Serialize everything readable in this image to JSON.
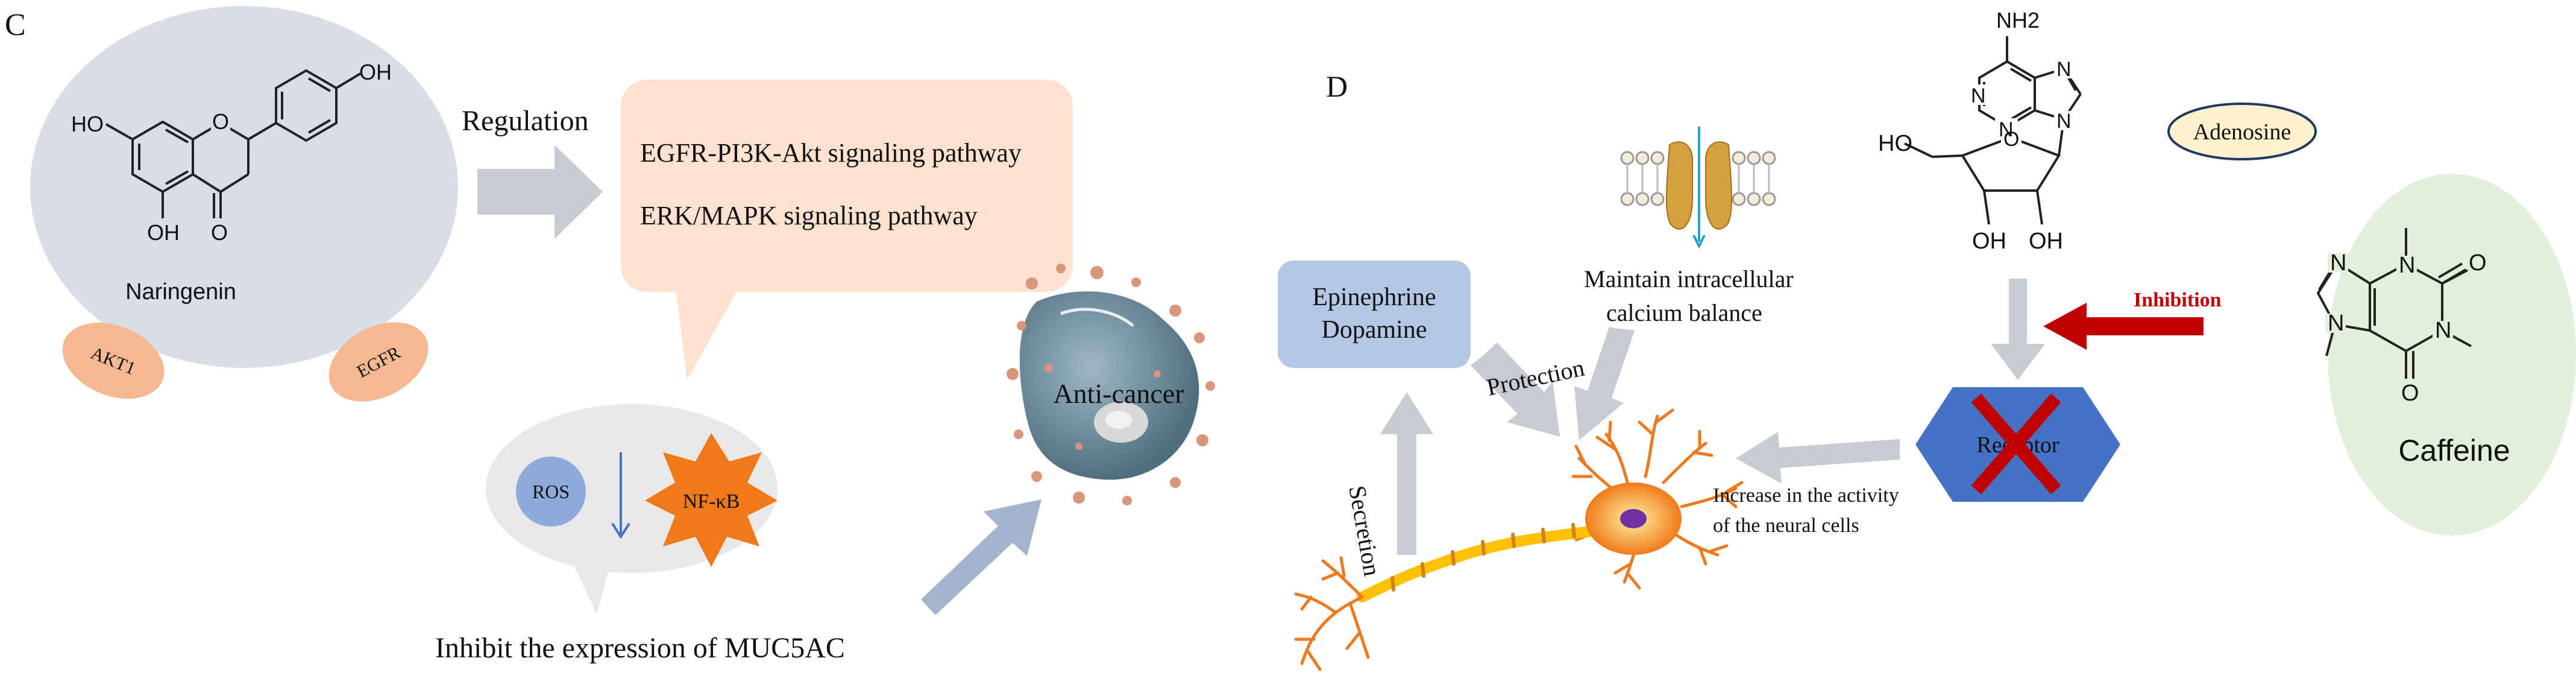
{
  "panel_c": {
    "label": "C",
    "compound": "Naringenin",
    "targets": [
      "AKT1",
      "EGFR"
    ],
    "regulation": "Regulation",
    "pathways": [
      "EGFR-PI3K-Akt signaling pathway",
      "ERK/MAPK signaling pathway"
    ],
    "ros": "ROS",
    "nfkb": "NF-κB",
    "inhibit_text": "Inhibit the expression of MUC5AC",
    "anti_cancer": "Anti-cancer",
    "atoms": {
      "ho": "HO",
      "oh": "OH",
      "o": "O"
    }
  },
  "panel_d": {
    "label": "D",
    "catecholamines": [
      "Epinephrine",
      "Dopamine"
    ],
    "calcium": [
      "Maintain intracellular",
      "calcium balance"
    ],
    "protection": "Protection",
    "secretion": "Secretion",
    "neural_activity": [
      "Increase in the activity",
      "of the neural cells"
    ],
    "receptor": "Receptor",
    "adenosine": "Adenosine",
    "inhibition": "Inhibition",
    "caffeine": "Caffeine",
    "atoms": {
      "nh2": "NH2",
      "n": "N",
      "ho": "HO",
      "oh": "OH",
      "o": "O"
    }
  },
  "colors": {
    "naringenin_bg": "#d8dde8",
    "pathway_bubble": "#fde3cf",
    "target_oval": "#f6b890",
    "ros_circle": "#8eaadb",
    "nfkb_star": "#f07a1a",
    "speech_bubble": "#e8e8e8",
    "arrow_grey": "#c8cbd2",
    "arrow_blue": "#a4b4cc",
    "epi_box": "#b4c7e7",
    "receptor_hex": "#4472c4",
    "x_red": "#c00000",
    "adenosine_oval": "#fff2cc",
    "inhibition_red": "#c00000",
    "caffeine_bg": "#e2efda",
    "neuron": "#f08020"
  }
}
